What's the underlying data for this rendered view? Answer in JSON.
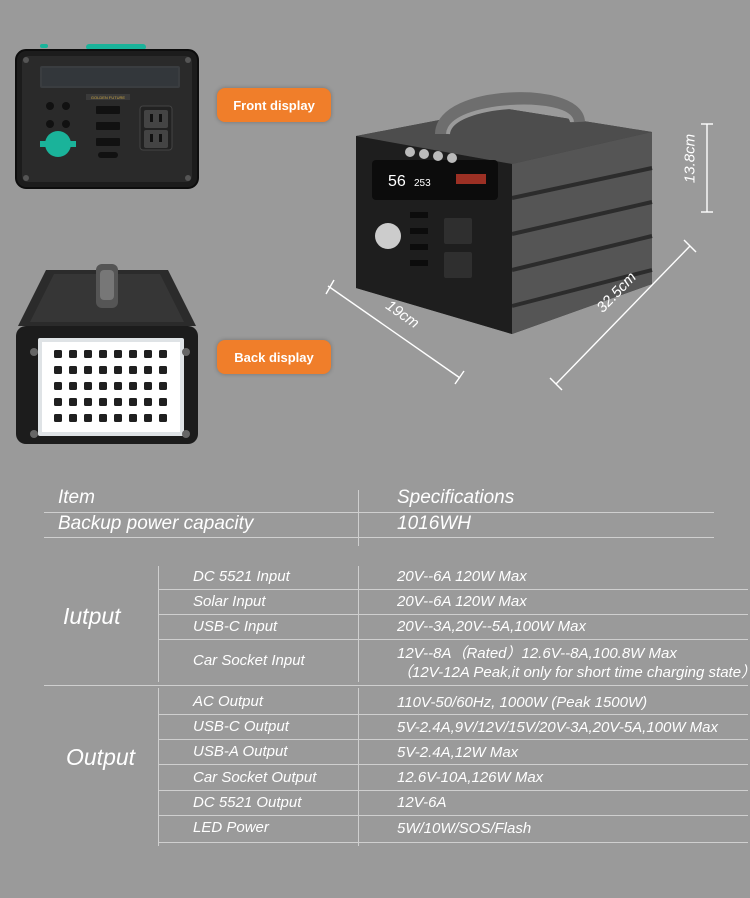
{
  "labels": {
    "front": "Front display",
    "back": "Back display"
  },
  "device": {
    "brand": "GOLDEN FUTURE",
    "screen_value": "56",
    "screen_small": "253"
  },
  "dimensions": {
    "height": "13.8cm",
    "width": "19cm",
    "length": "32.5cm"
  },
  "table": {
    "header_item": "Item",
    "header_spec": "Specifications",
    "capacity_item": "Backup power capacity",
    "capacity_value": "1016WH",
    "input_group": "Iutput",
    "output_group": "Output",
    "input_rows": [
      {
        "item": "DC 5521 Input",
        "spec": "20V--6A 120W Max"
      },
      {
        "item": "Solar Input",
        "spec": "20V--6A 120W Max"
      },
      {
        "item": "USB-C Input",
        "spec": "20V--3A,20V--5A,100W Max"
      },
      {
        "item": "Car Socket Input",
        "spec": "12V--8A（Rated）12.6V--8A,100.8W Max",
        "spec2": "（12V-12A Peak,it only for short time charging state）"
      }
    ],
    "output_rows": [
      {
        "item": "AC Output",
        "spec": "110V-50/60Hz, 1000W (Peak 1500W)"
      },
      {
        "item": "USB-C Output",
        "spec": "5V-2.4A,9V/12V/15V/20V-3A,20V-5A,100W Max"
      },
      {
        "item": "USB-A Output",
        "spec": "5V-2.4A,12W Max"
      },
      {
        "item": "Car Socket Output",
        "spec": "12.6V-10A,126W Max"
      },
      {
        "item": "DC 5521 Output",
        "spec": "12V-6A"
      },
      {
        "item": "LED Power",
        "spec": "5W/10W/SOS/Flash"
      }
    ]
  },
  "colors": {
    "accent": "#f07e2a",
    "teal": "#1ab39a",
    "background": "#9a9a9a"
  }
}
